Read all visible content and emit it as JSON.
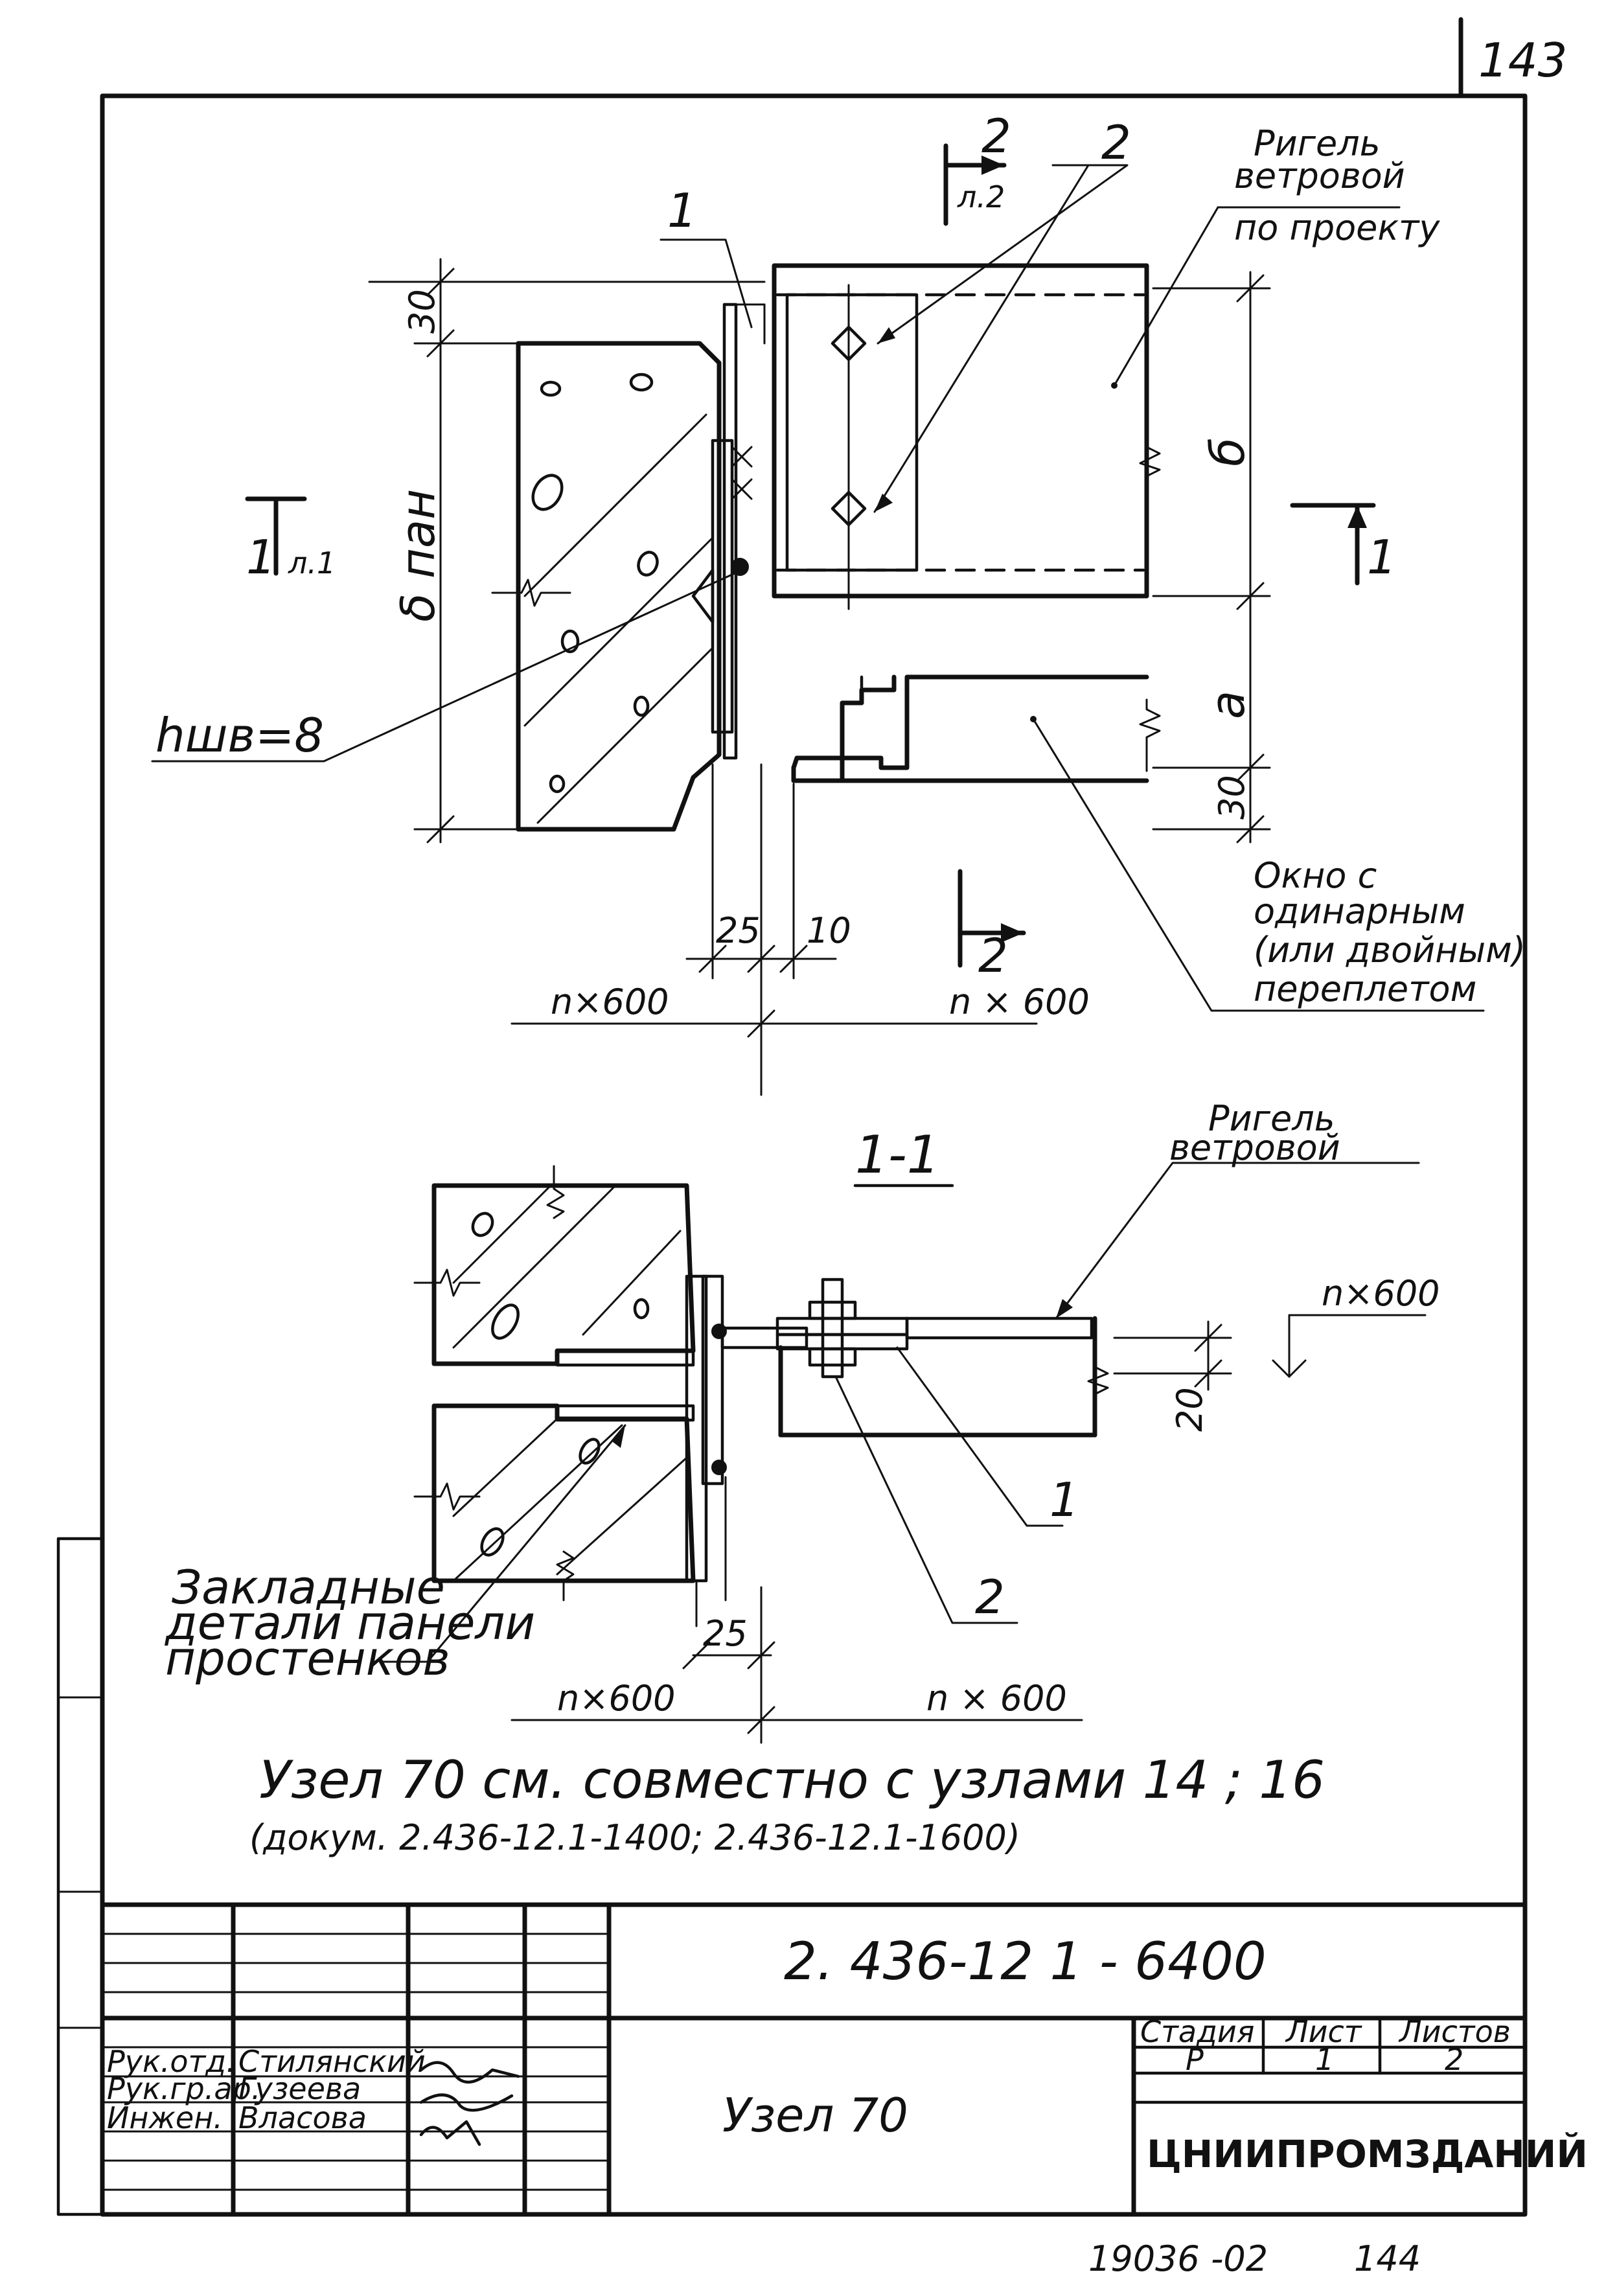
{
  "sheet": {
    "page_number_top": "143",
    "footer_code": "19036 -02",
    "footer_page": "144"
  },
  "plan_view": {
    "callout_1": "1",
    "callout_2": "2",
    "section_2_top": {
      "number": "2",
      "ref": "л.2"
    },
    "section_2_bottom": {
      "number": "2"
    },
    "section_1_left": {
      "number": "1",
      "ref": "л.1"
    },
    "section_1_right": {
      "number": "1"
    },
    "rigel_label_line1": "Ригель",
    "rigel_label_line2": "ветровой",
    "rigel_label_line3": "по проекту",
    "dim_30_top": "30",
    "dim_30_bottom": "30",
    "dim_b_pan": "δ пан",
    "dim_b": "б",
    "dim_a": "а",
    "weld_label": "hшв=8",
    "dim_25": "25",
    "dim_10": "10",
    "dim_n600_left": "n×600",
    "dim_n600_right": "n × 600",
    "window_label_line1": "Окно с",
    "window_label_line2": "одинарным",
    "window_label_line3": "(или двойным)",
    "window_label_line4": "переплетом"
  },
  "section_view": {
    "title": "1-1",
    "rigel_label_line1": "Ригель",
    "rigel_label_line2": "ветровой",
    "dim_n600_level": "n×600",
    "dim_20": "20",
    "callout_1": "1",
    "callout_2": "2",
    "embedded_label_line1": "Закладные",
    "embedded_label_line2": "детали панели",
    "embedded_label_line3": "простенков",
    "dim_25": "25",
    "dim_n600_left": "n×600",
    "dim_n600_right": "n × 600"
  },
  "note": {
    "line1": "Узел 70 см. совместно с узлами 14 ; 16",
    "line2": "(докум. 2.436-12.1-1400; 2.436-12.1-1600)"
  },
  "title_block": {
    "document_code": "2. 436-12 1 - 6400",
    "drawing_title": "Узел 70",
    "organization": "ЦНИИПРОМЗДАНИЙ",
    "headers": {
      "stage": "Стадия",
      "sheet": "Лист",
      "sheets": "Листов"
    },
    "values": {
      "stage": "Р",
      "sheet": "1",
      "sheets": "2"
    },
    "signatures": [
      {
        "role": "Рук.отд.",
        "name": "Стилянский"
      },
      {
        "role": "Рук.гр.ар.",
        "name": "Гузеева"
      },
      {
        "role": "Инжен.",
        "name": "Власова"
      }
    ]
  }
}
